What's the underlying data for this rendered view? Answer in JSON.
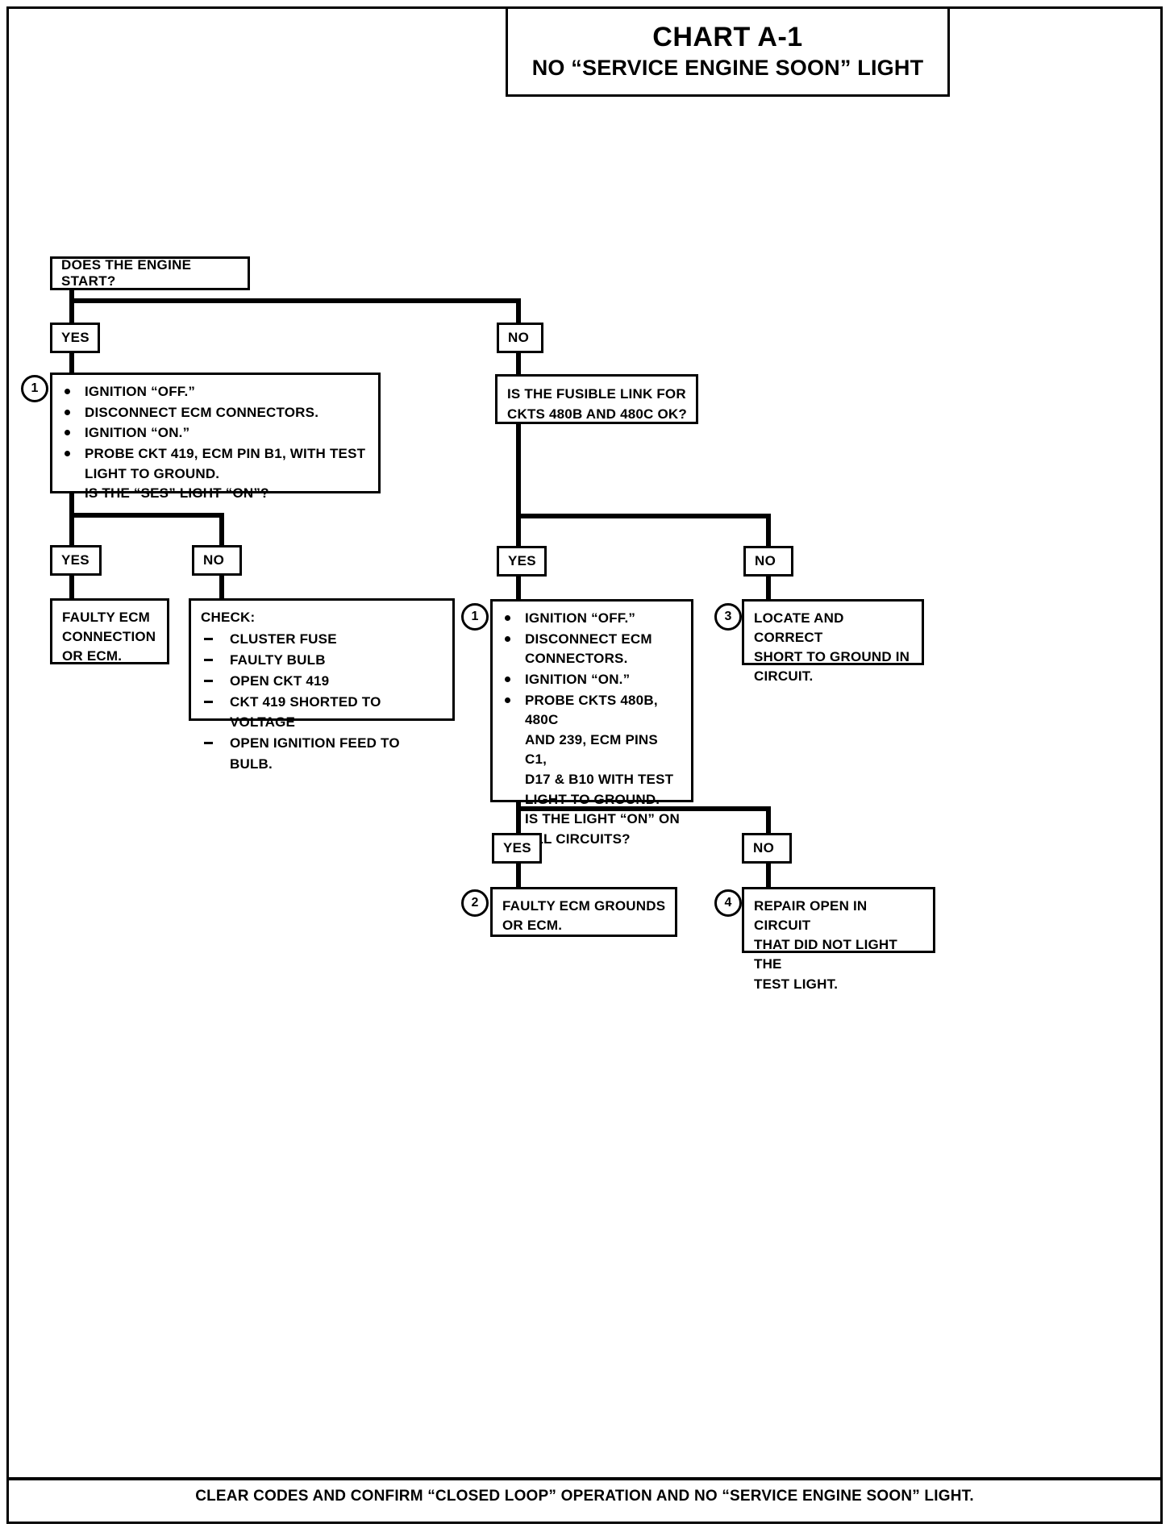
{
  "title": {
    "main": "CHART A-1",
    "sub": "NO “SERVICE ENGINE SOON” LIGHT"
  },
  "footer": {
    "text": "CLEAR CODES AND CONFIRM “CLOSED LOOP” OPERATION AND NO “SERVICE ENGINE SOON” LIGHT."
  },
  "nodes": {
    "start_question": "DOES THE ENGINE START?",
    "branch_yes_1": "YES",
    "branch_no_1": "NO",
    "left_step": {
      "number": "1",
      "bullets": [
        "IGNITION “OFF.”",
        "DISCONNECT ECM CONNECTORS.",
        "IGNITION “ON.”",
        "PROBE CKT 419, ECM PIN B1, WITH TEST"
      ],
      "cont_1": "LIGHT TO GROUND.",
      "cont_2": "IS THE “SES” LIGHT “ON”?"
    },
    "left_yes": "YES",
    "left_no": "NO",
    "faulty_ecm_connection": {
      "line1": "FAULTY ECM",
      "line2": "CONNECTION",
      "line3": "OR ECM."
    },
    "check_box": {
      "heading": "CHECK:",
      "items": [
        "CLUSTER FUSE",
        "FAULTY BULB",
        "OPEN CKT 419",
        "CKT 419 SHORTED TO VOLTAGE",
        "OPEN IGNITION FEED TO BULB."
      ]
    },
    "fusible_link_question": {
      "line1": "IS THE FUSIBLE LINK FOR",
      "line2": "CKTS 480B AND 480C OK?"
    },
    "right_yes": "YES",
    "right_no": "NO",
    "right_step": {
      "number": "1",
      "bullets": [
        "IGNITION “OFF.”",
        "DISCONNECT ECM",
        "IGNITION “ON.”",
        "PROBE CKTS 480B, 480C"
      ],
      "b2_cont": "CONNECTORS.",
      "b4_cont_1": "AND 239, ECM PINS C1,",
      "b4_cont_2": "D17 & B10 WITH TEST",
      "b4_cont_3": "LIGHT TO GROUND.",
      "b4_cont_4": "IS THE LIGHT “ON” ON",
      "b4_cont_5": "ALL CIRCUITS?"
    },
    "locate_correct": {
      "number": "3",
      "line1": "LOCATE AND CORRECT",
      "line2": "SHORT TO GROUND IN",
      "line3": "CIRCUIT."
    },
    "final_yes": "YES",
    "final_no": "NO",
    "faulty_ecm_grounds": {
      "number": "2",
      "line1": "FAULTY ECM GROUNDS",
      "line2": "OR ECM."
    },
    "repair_open": {
      "number": "4",
      "line1": "REPAIR OPEN IN CIRCUIT",
      "line2": "THAT DID NOT LIGHT THE",
      "line3": "TEST LIGHT."
    }
  }
}
